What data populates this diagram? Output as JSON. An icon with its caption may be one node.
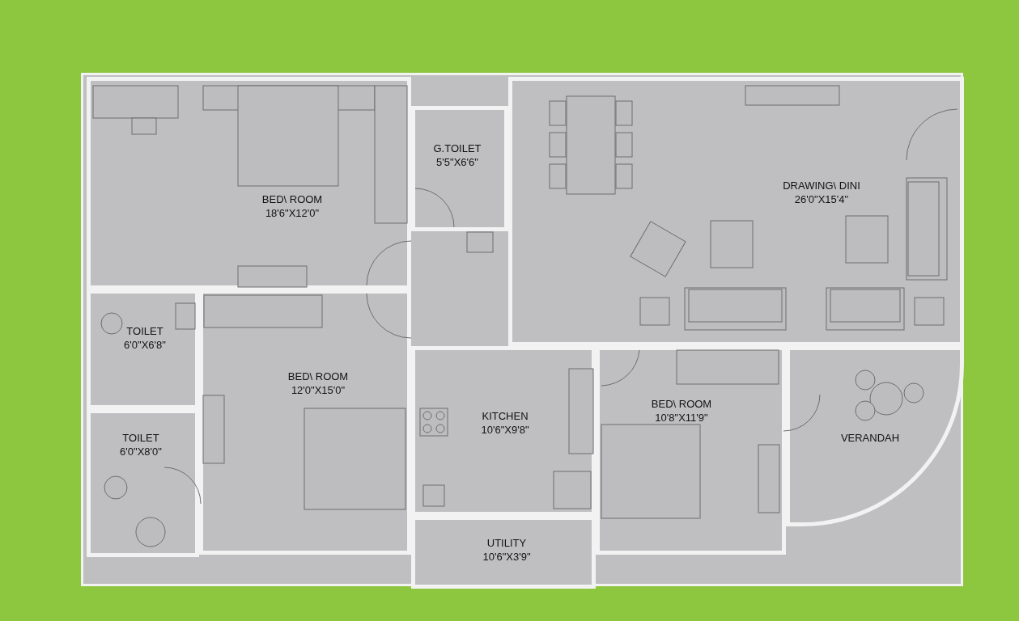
{
  "diagram": {
    "nodes": [
      {
        "text": [
          "BED\\ ROOM",
          "18'6\"X12'0\""
        ]
      },
      {
        "text": [
          "G.TOILET",
          "5'5\"X6'6\""
        ]
      },
      {
        "text": [
          "DRAWING\\ DINI",
          "26'0\"X15'4\""
        ]
      },
      {
        "text": [
          "TOILET",
          "6'0\"X6'8\""
        ]
      },
      {
        "text": [
          "BED\\ ROOM",
          "12'0\"X15'0\""
        ]
      },
      {
        "text": [
          "KITCHEN",
          "10'6\"X9'8\""
        ]
      },
      {
        "text": [
          "BED\\ ROOM",
          "10'8\"X11'9\""
        ]
      },
      {
        "text": [
          "VERANDAH"
        ]
      },
      {
        "text": [
          "TOILET",
          "6'0\"X8'0\""
        ]
      },
      {
        "text": [
          "UTILITY",
          "10'6\"X3'9\""
        ]
      }
    ],
    "edges": []
  }
}
